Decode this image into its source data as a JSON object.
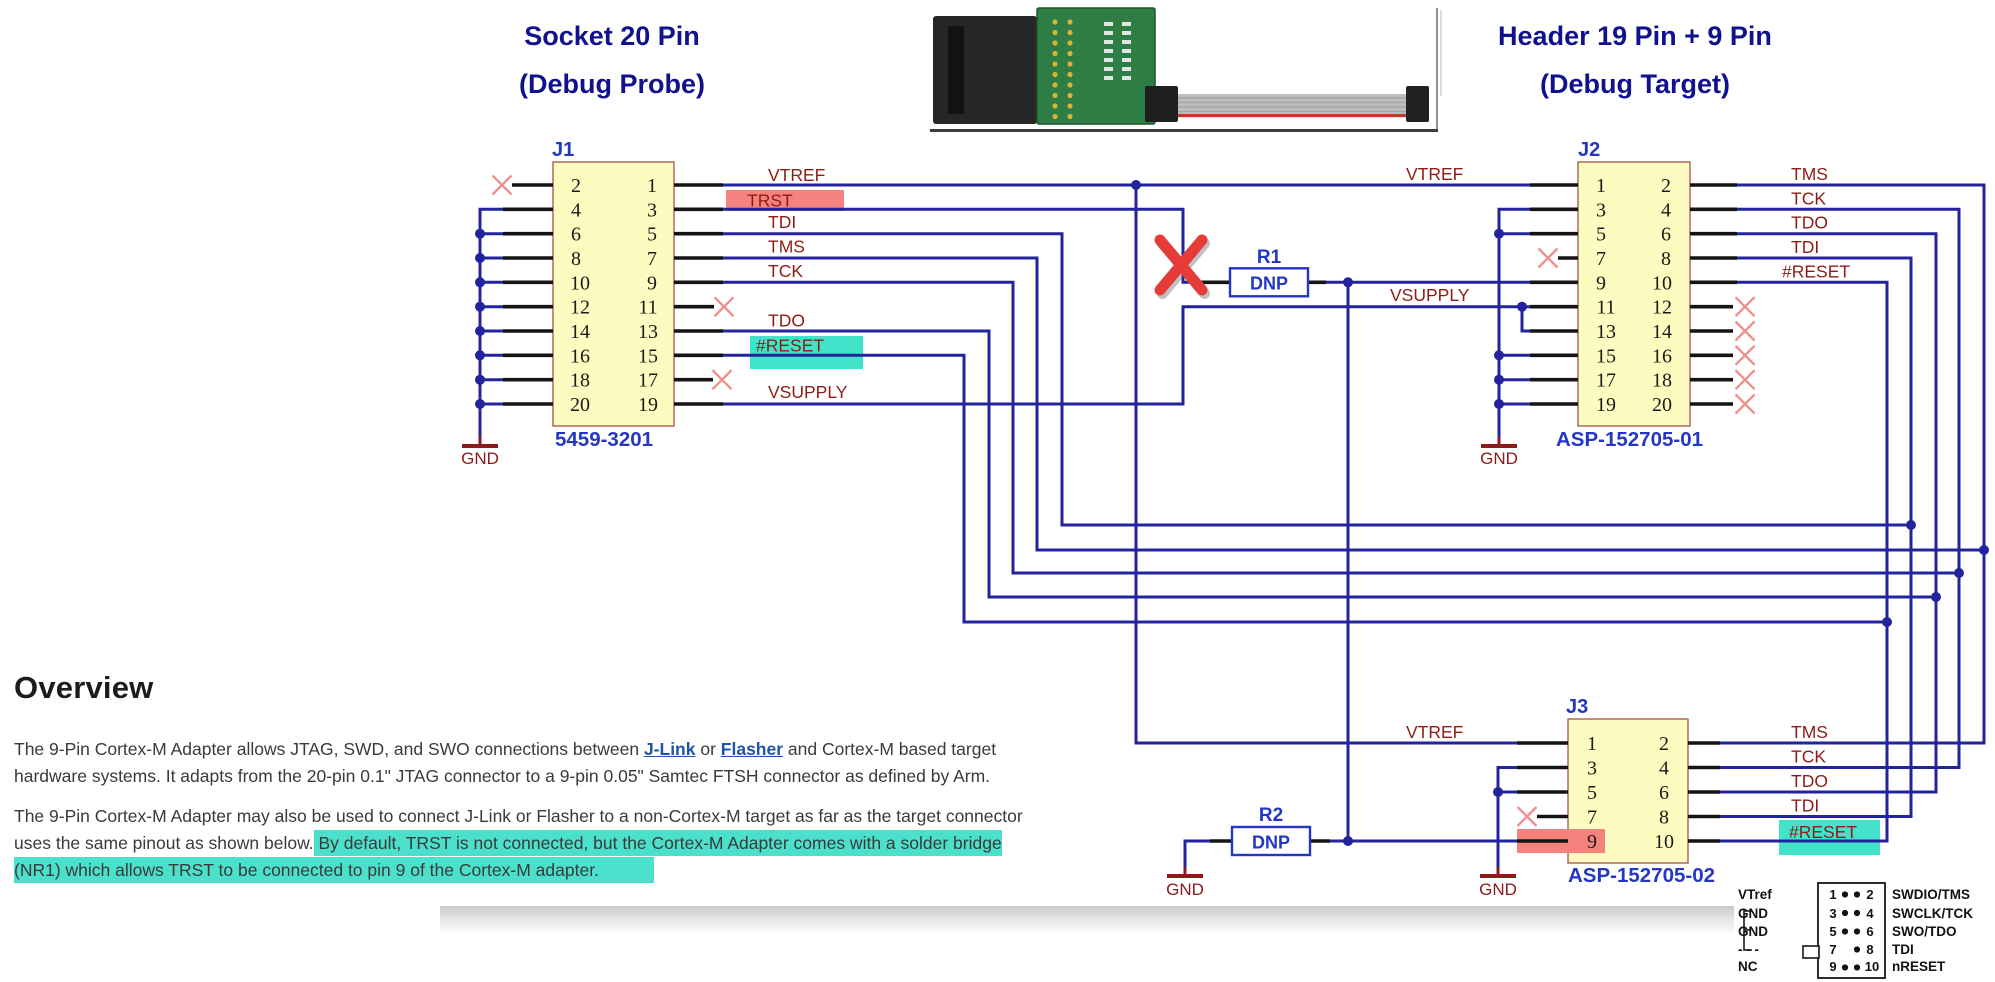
{
  "titles": {
    "probe_line1": "Socket 20 Pin",
    "probe_line2": "(Debug Probe)",
    "target_line1": "Header 19 Pin + 9 Pin",
    "target_line2": "(Debug Target)"
  },
  "nets": {
    "vtref": "VTREF",
    "trst": "TRST",
    "tdi": "TDI",
    "tms": "TMS",
    "tck": "TCK",
    "tdo": "TDO",
    "reset": "#RESET",
    "vsupply": "VSUPPLY",
    "gnd": "GND"
  },
  "connectors": {
    "j1": {
      "ref": "J1",
      "part": "5459-3201",
      "left_pins": [
        "2",
        "4",
        "6",
        "8",
        "10",
        "12",
        "14",
        "16",
        "18",
        "20"
      ],
      "right_pins": [
        "1",
        "3",
        "5",
        "7",
        "9",
        "11",
        "13",
        "15",
        "17",
        "19"
      ]
    },
    "j2": {
      "ref": "J2",
      "part": "ASP-152705-01",
      "left_pins": [
        "1",
        "3",
        "5",
        "7",
        "9",
        "11",
        "13",
        "15",
        "17",
        "19"
      ],
      "right_pins": [
        "2",
        "4",
        "6",
        "8",
        "10",
        "12",
        "14",
        "16",
        "18",
        "20"
      ]
    },
    "j3": {
      "ref": "J3",
      "part": "ASP-152705-02",
      "left_pins": [
        "1",
        "3",
        "5",
        "7",
        "9"
      ],
      "right_pins": [
        "2",
        "4",
        "6",
        "8",
        "10"
      ]
    }
  },
  "resistors": {
    "r1": {
      "ref": "R1",
      "value": "DNP"
    },
    "r2": {
      "ref": "R2",
      "value": "DNP"
    }
  },
  "overview": {
    "heading": "Overview",
    "p1": [
      {
        "text": "The 9-Pin Cortex-M Adapter allows JTAG, SWD, and SWO connections between "
      },
      {
        "text": "J-Link",
        "style": "link"
      },
      {
        "text": " or "
      },
      {
        "text": "Flasher",
        "style": "link"
      },
      {
        "text": " and Cortex-M based target\nhardware systems. It adapts from the 20-pin 0.1\" JTAG connector to a 9-pin 0.05\" Samtec FTSH connector as defined by Arm."
      }
    ],
    "p2": [
      {
        "text": "The 9-Pin Cortex-M Adapter may also be used to connect J-Link or Flasher to a non-Cortex-M target as far as the target connector\nuses the same pinout as shown below."
      },
      {
        "text": " By default, TRST is not connected, but the Cortex-M Adapter comes with a solder bridge",
        "style": "hl"
      },
      {
        "text": "\n"
      },
      {
        "text": "(NR1) which allows TRST to be connected to pin 9 of the Cortex-M adapter.",
        "style": "hl"
      }
    ]
  },
  "legend": {
    "rows": [
      {
        "signal": "VTref",
        "left_pin": "1",
        "right_pin": "2",
        "desc": "SWDIO/TMS"
      },
      {
        "signal": "GND",
        "left_pin": "3",
        "right_pin": "4",
        "desc": "SWCLK/TCK"
      },
      {
        "signal": "GND",
        "left_pin": "5",
        "right_pin": "6",
        "desc": "SWO/TDO"
      },
      {
        "signal": "- - -",
        "left_pin": "7",
        "right_pin": "8",
        "desc": "TDI"
      },
      {
        "signal": "NC",
        "left_pin": "9",
        "right_pin": "10",
        "desc": "nRESET"
      }
    ]
  },
  "colors": {
    "wire_blue": "#23239e",
    "net_label_red": "#8e1c15",
    "ref_blue": "#2336c4",
    "title_navy": "#10118c",
    "link_blue": "#1f54a8",
    "highlight_cyan": "#4be0cb",
    "highlight_pink": "#f4837d",
    "connector_fill": "#fdfbbf",
    "gnd_red": "#8b1a1a",
    "big_x_red": "#e63c38"
  }
}
